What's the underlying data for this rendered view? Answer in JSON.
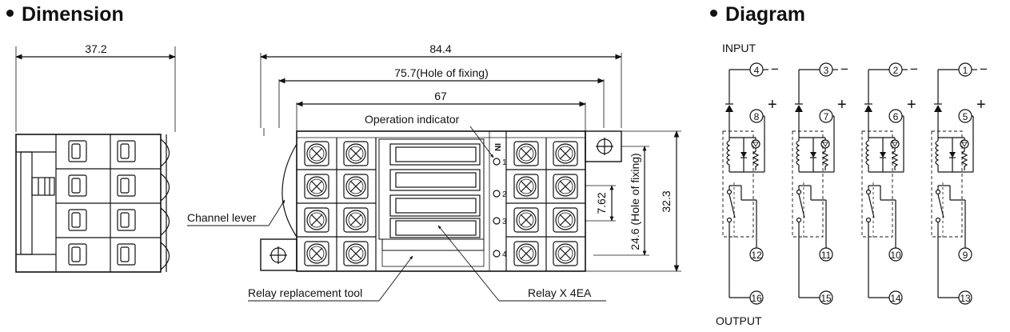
{
  "headings": {
    "dimension": "Dimension",
    "diagram": "Diagram"
  },
  "dims": {
    "width_side": "37.2",
    "width_total": "84.4",
    "hole_fixing_h": "75.7(Hole of fixing)",
    "inner_width": "67",
    "pitch": "7.62",
    "hole_fixing_v": "24.6 (Hole of fixing)",
    "height_total": "32.3"
  },
  "callouts": {
    "operation_indicator": "Operation indicator",
    "channel_lever": "Channel lever",
    "relay_tool": "Relay replacement tool",
    "relay_count": "Relay X 4EA"
  },
  "front": {
    "in_label": "IN",
    "channel_numbers": [
      "1",
      "2",
      "3",
      "4"
    ]
  },
  "circuit": {
    "input_label": "INPUT",
    "output_label": "OUTPUT",
    "minus": "−",
    "plus": "+",
    "channels": [
      {
        "neg": "4",
        "pos": "8",
        "no": "12",
        "com": "16"
      },
      {
        "neg": "3",
        "pos": "7",
        "no": "11",
        "com": "15"
      },
      {
        "neg": "2",
        "pos": "6",
        "no": "10",
        "com": "14"
      },
      {
        "neg": "1",
        "pos": "5",
        "no": "9",
        "com": "13"
      }
    ]
  }
}
